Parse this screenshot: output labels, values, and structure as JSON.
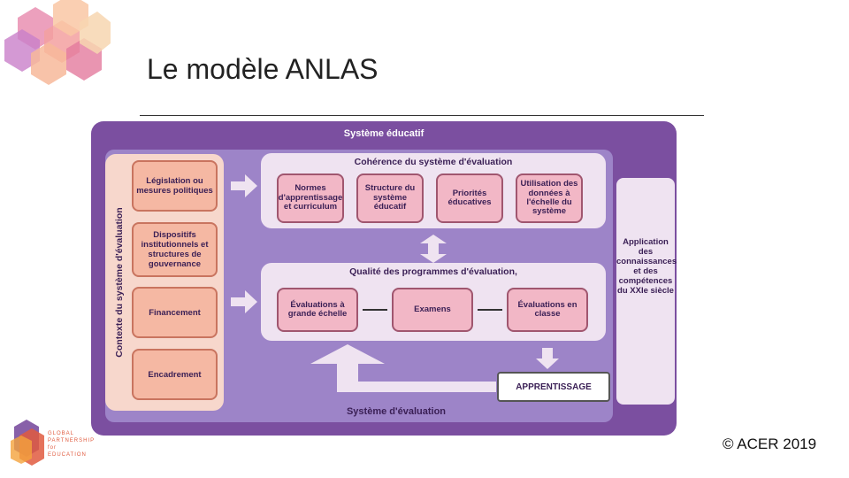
{
  "slide": {
    "title": "Le modèle ANLAS",
    "copyright": "© ACER 2019"
  },
  "diagram": {
    "system_top": "Système éducatif",
    "system_bottom": "Système d'évaluation",
    "context_label": "Contexte du système d'évaluation",
    "context_items": [
      "Législation ou mesures politiques",
      "Dispositifs institutionnels et structures de gouvernance",
      "Financement",
      "Encadrement"
    ],
    "coherence": {
      "title": "Cohérence du système d'évaluation",
      "items": [
        "Normes d'apprentissage et curriculum",
        "Structure du système éducatif",
        "Priorités éducatives",
        "Utilisation des données à l'échelle du système"
      ]
    },
    "quality": {
      "title": "Qualité des programmes d'évaluation,",
      "items": [
        "Évaluations à grande échelle",
        "Examens",
        "Évaluations en classe"
      ]
    },
    "side_label": "Application des connaissances et des compétences du XXIe siècle",
    "outcome": "APPRENTISSAGE"
  },
  "logo": {
    "gpe_text": "GLOBAL PARTNERSHIP for EDUCATION"
  },
  "colors": {
    "frame": "#7b4fa0",
    "inner": "#9d84c8",
    "context_bg": "#f7d7cc",
    "panel_bg": "#efe3f1",
    "box_pink": "#f2b7c6",
    "box_peach": "#f5b8a3"
  }
}
